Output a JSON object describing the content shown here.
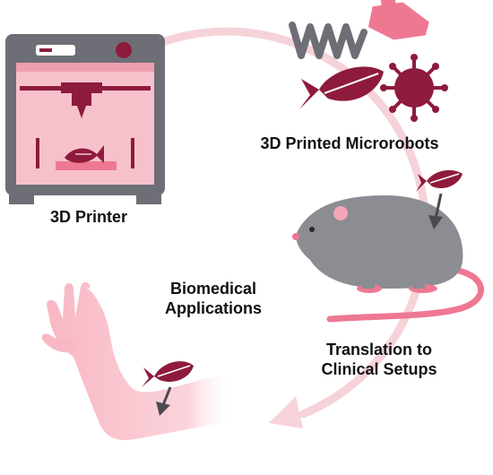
{
  "labels": {
    "printer": "3D Printer",
    "microrobots": "3D Printed Microrobots",
    "biomedical": [
      "Biomedical",
      "Applications"
    ],
    "translation": [
      "Translation to",
      "Clinical Setups"
    ]
  },
  "icons": {
    "printer": "3d-printer-icon",
    "spring_robot": "helical-microrobot-icon",
    "funnel_robot": "conical-microrobot-icon",
    "fish_robot": "fish-microrobot-icon",
    "urchin_robot": "spiky-microrobot-icon",
    "mouse": "mouse-icon",
    "arm": "human-arm-icon",
    "cycle_arrow": "cycle-arrow-icon"
  },
  "colors": {
    "cycle_arrow": "#f6d2d9",
    "robot_dark": "#8e1b3c",
    "robot_pink": "#ee7892",
    "printer_gray": "#6e6e76",
    "printer_pink": "#f7c1cc",
    "mouse_gray": "#8c8c93",
    "skin": "#f8b7c3",
    "text": "#111111"
  }
}
